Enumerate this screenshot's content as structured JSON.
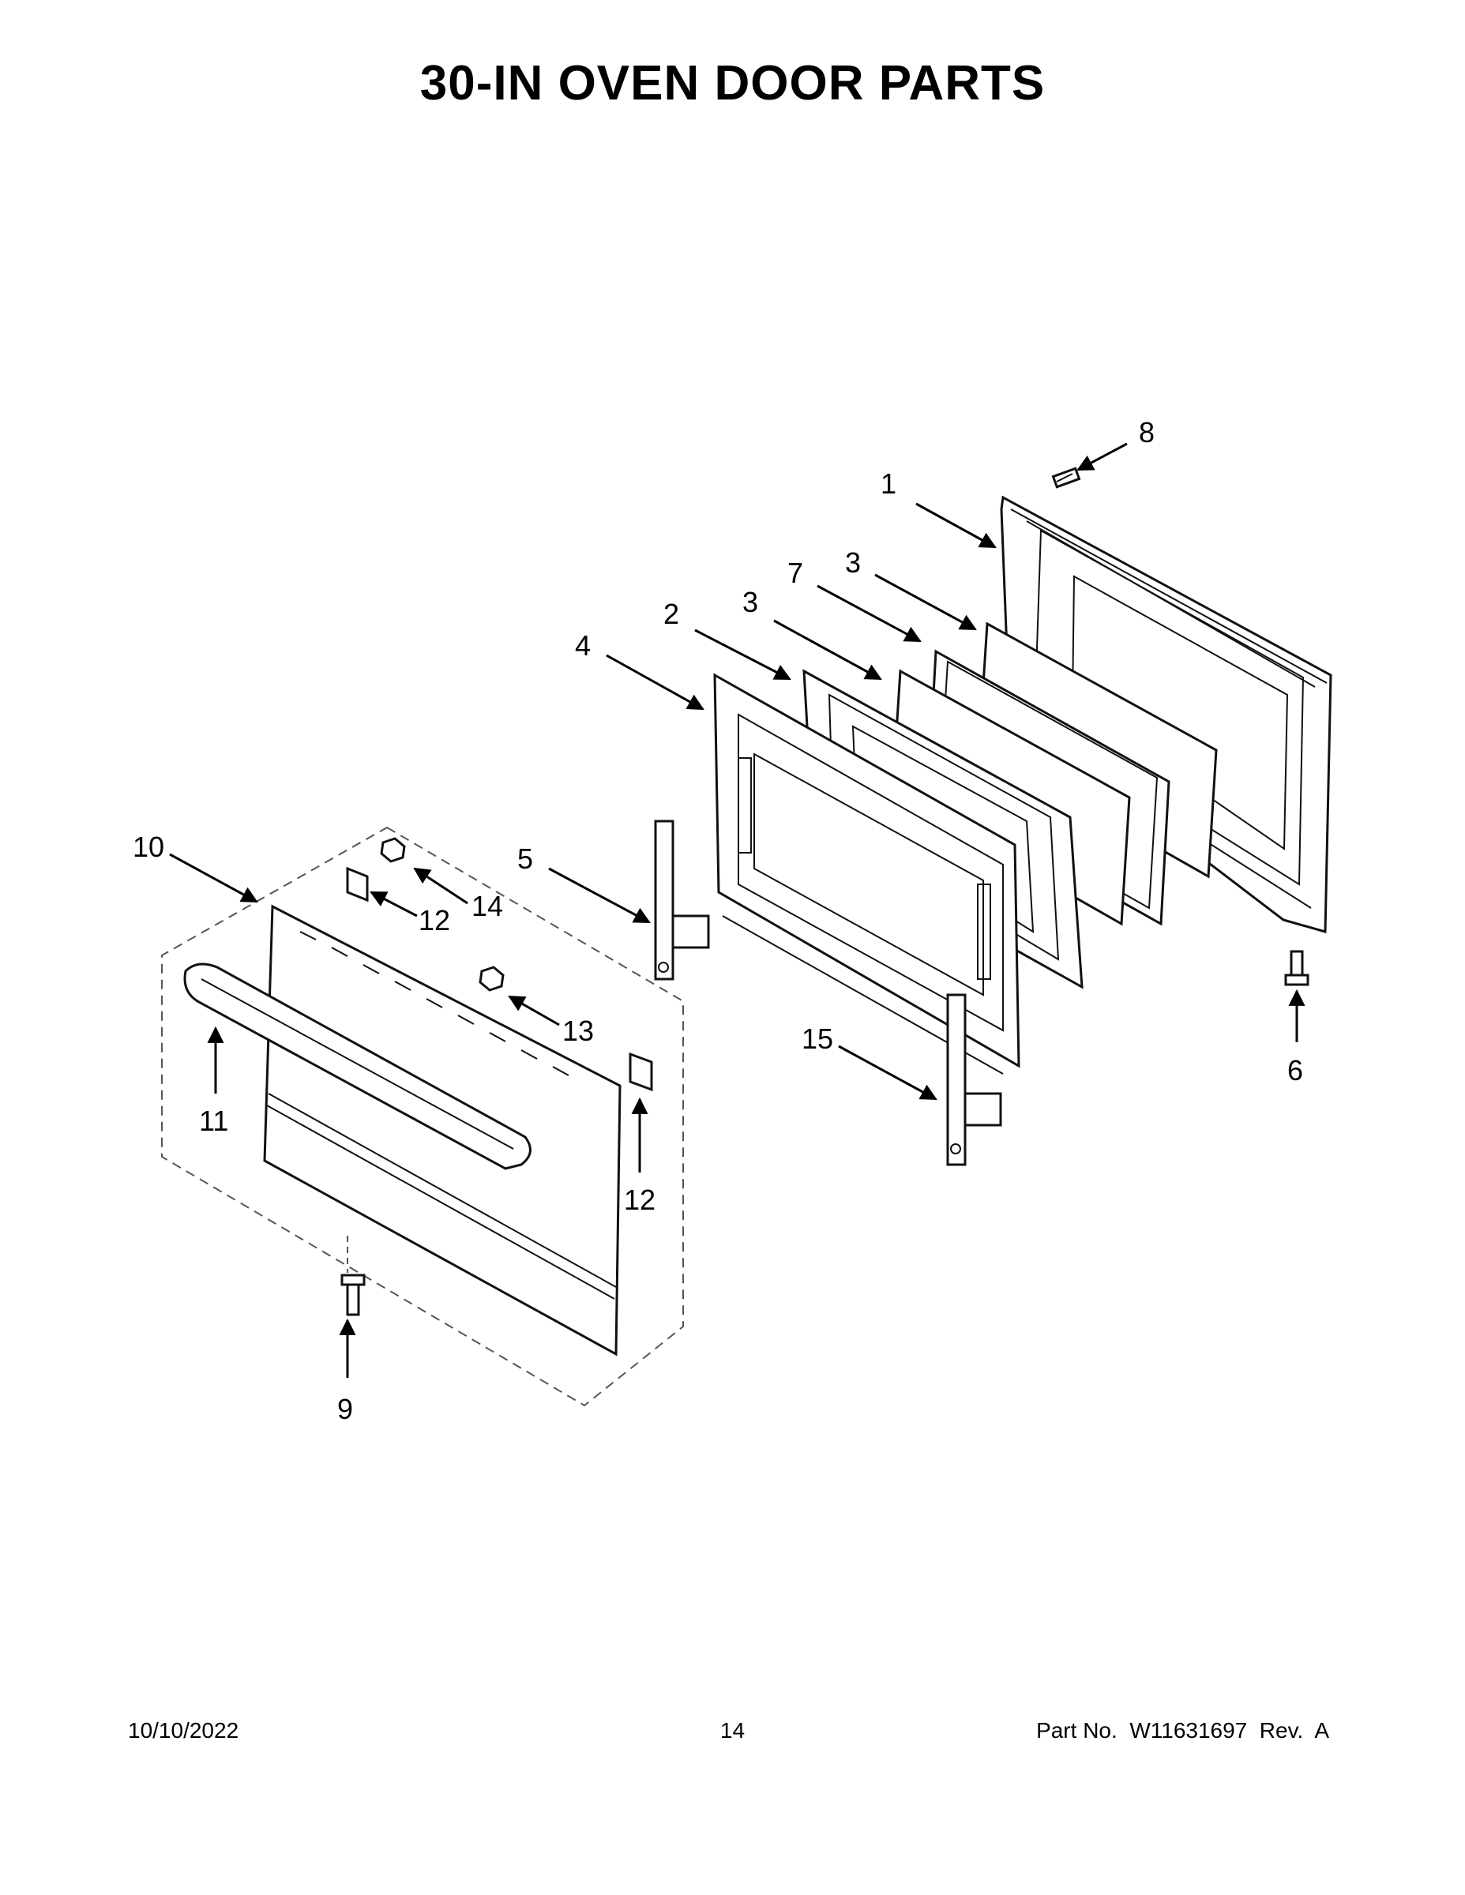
{
  "page": {
    "title": "30-IN OVEN DOOR PARTS",
    "footer": {
      "date": "10/10/2022",
      "page_number": "14",
      "part_info": "Part No.  W11631697  Rev.  A"
    }
  },
  "callouts": {
    "c1": "1",
    "c2": "2",
    "c3a": "3",
    "c3b": "3",
    "c4": "4",
    "c5": "5",
    "c6": "6",
    "c7": "7",
    "c8": "8",
    "c9": "9",
    "c10": "10",
    "c11": "11",
    "c12a": "12",
    "c12b": "12",
    "c13": "13",
    "c14": "14",
    "c15": "15"
  }
}
